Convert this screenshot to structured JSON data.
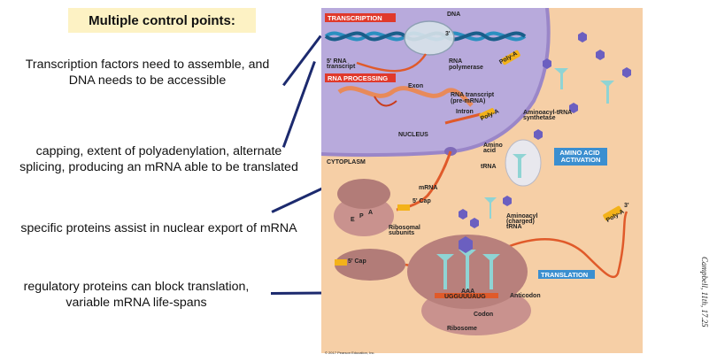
{
  "title": "Multiple control points:",
  "notes": [
    "Transcription factors need to assemble, and\nDNA needs to be accessible",
    "capping, extent of polyadenylation, alternate\nsplicing, producing an mRNA able to be translated",
    "specific proteins assist in nuclear export of mRNA",
    "regulatory proteins can block translation,\nvariable mRNA life-spans"
  ],
  "figure": {
    "headers": {
      "transcription": "TRANSCRIPTION",
      "rna_processing": "RNA PROCESSING",
      "amino_acid_activation": "AMINO ACID\nACTIVATION",
      "translation": "TRANSLATION"
    },
    "labels": {
      "dna": "DNA",
      "three_prime_top": "3'",
      "five_prime_rna_transcript": "5' RNA\ntranscript",
      "rna_polymerase": "RNA\npolymerase",
      "poly_a_top": "Poly-A",
      "exon": "Exon",
      "rna_transcript_pre": "RNA transcript\n(pre-mRNA)",
      "intron": "Intron",
      "nucleus": "NUCLEUS",
      "poly_a_mid": "Poly-A",
      "aminoacyl_trna_synthetase": "Aminoacyl-tRNA\nsynthetase",
      "amino_acid": "Amino\nacid",
      "trna": "tRNA",
      "cytoplasm": "CYTOPLASM",
      "mrna": "mRNA",
      "five_cap_mid": "5' Cap",
      "ribosomal_subunits": "Ribosomal\nsubunits",
      "five_cap_bottom": "5' Cap",
      "aminoacyl_charged_trna": "Aminoacyl\n(charged)\ntRNA",
      "three_prime_right": "3'",
      "poly_a_right": "Poly-A",
      "anticodon": "Anticodon",
      "codon": "Codon",
      "ribosome": "Ribosome",
      "codon_seq": "UGGUUUAUG",
      "anticodon_seq": "AAA",
      "e_site": "E",
      "p_site": "P",
      "a_site": "A"
    },
    "copyright": "© 2017 Pearson Education, Inc."
  },
  "citation": "Campbell, 11th, 17.25",
  "colors": {
    "title_bg": "#fdf2c4",
    "connector": "#1c2a6e",
    "nucleus": "#b8aadc",
    "cytoplasm": "#f6cfa6",
    "header_red": "#e0392b",
    "header_blue": "#3b8fd0",
    "mrna": "#e05a2a",
    "trna": "#8fd4d4",
    "ribosome": "#c9928e"
  }
}
